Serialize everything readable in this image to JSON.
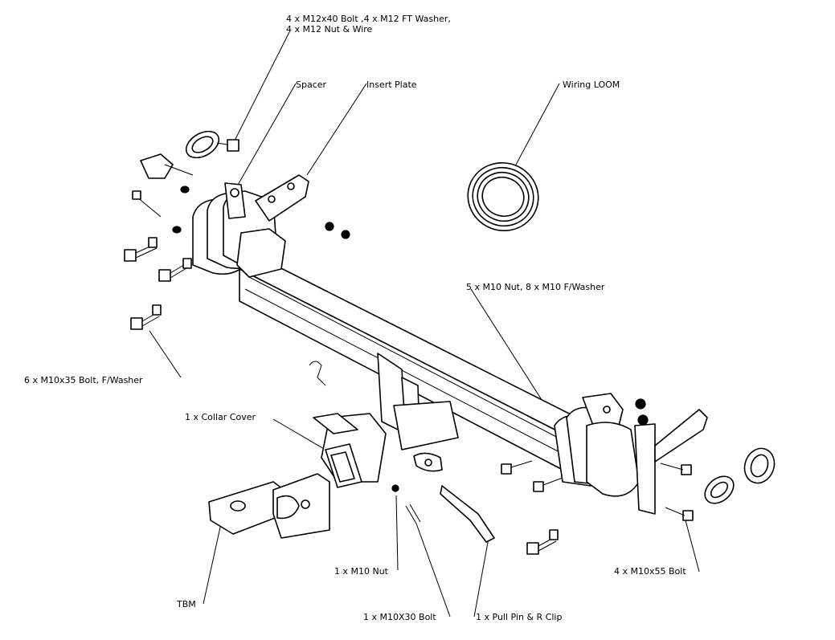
{
  "labels": {
    "bolt_m12": "4 x M12x40 Bolt ,4 x M12 FT Washer,",
    "nut_m12": "4 x M12 Nut & Wire",
    "spacer": "Spacer",
    "insert_plate": "Insert Plate",
    "wiring_loom": "Wiring LOOM",
    "nut_m10_washer": "5 x M10 Nut, 8 x M10 F/Washer",
    "bolt_m10x35": "6 x M10x35 Bolt, F/Washer",
    "collar_cover": "1 x Collar Cover",
    "nut_m10": "1 x M10 Nut",
    "bolt_m10x55": "4 x M10x55 Bolt",
    "tbm": "TBM",
    "bolt_m10x30": "1 x M10X30 Bolt",
    "pull_pin": "1 x Pull Pin & R Clip"
  }
}
